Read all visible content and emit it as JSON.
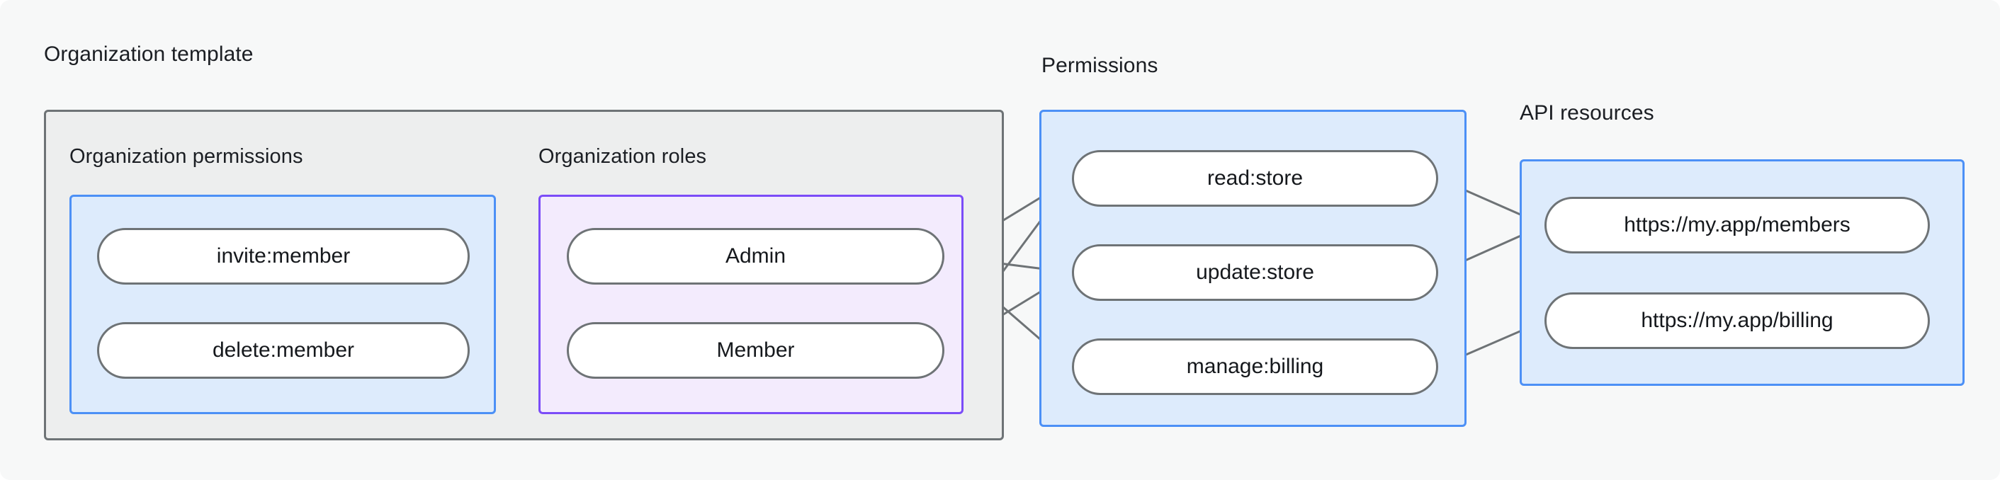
{
  "diagram": {
    "title_captions": {
      "organization_template": "Organization template",
      "permissions": "Permissions",
      "api_resources": "API resources"
    },
    "groups": [
      {
        "id": "organization-template",
        "label": "Organization template",
        "style": "gray",
        "subgroups": [
          {
            "id": "organization-permissions",
            "label": "Organization permissions",
            "style": "blue",
            "nodes": [
              {
                "id": "invite-member",
                "label": "invite:member"
              },
              {
                "id": "delete-member",
                "label": "delete:member"
              }
            ]
          },
          {
            "id": "organization-roles",
            "label": "Organization roles",
            "style": "purple",
            "nodes": [
              {
                "id": "admin",
                "label": "Admin"
              },
              {
                "id": "member",
                "label": "Member"
              }
            ]
          }
        ]
      },
      {
        "id": "permissions",
        "label": "Permissions",
        "style": "blue",
        "nodes": [
          {
            "id": "read-store",
            "label": "read:store"
          },
          {
            "id": "update-store",
            "label": "update:store"
          },
          {
            "id": "manage-billing",
            "label": "manage:billing"
          }
        ]
      },
      {
        "id": "api-resources",
        "label": "API resources",
        "style": "blue",
        "nodes": [
          {
            "id": "members-url",
            "label": "https://my.app/members"
          },
          {
            "id": "billing-url",
            "label": "https://my.app/billing"
          }
        ]
      }
    ],
    "edges": [
      {
        "from": "invite-member",
        "to": "admin"
      },
      {
        "from": "invite-member",
        "to": "member"
      },
      {
        "from": "delete-member",
        "to": "member"
      },
      {
        "from": "admin",
        "to": "read-store"
      },
      {
        "from": "admin",
        "to": "update-store"
      },
      {
        "from": "admin",
        "to": "manage-billing"
      },
      {
        "from": "member",
        "to": "read-store"
      },
      {
        "from": "member",
        "to": "update-store"
      },
      {
        "from": "read-store",
        "to": "members-url"
      },
      {
        "from": "update-store",
        "to": "members-url"
      },
      {
        "from": "manage-billing",
        "to": "billing-url"
      }
    ],
    "colors": {
      "background": "#F7F8F8",
      "group_gray_border": "#6E7376",
      "group_gray_fill": "#EDEEEE",
      "group_blue_border": "#4C90F6",
      "group_blue_fill": "#DDEBFC",
      "group_purple_border": "#7B4CF8",
      "group_purple_fill": "#F3EBFD",
      "node_border": "#6E7376",
      "node_fill": "#FFFFFF",
      "edge": "#6E7376",
      "edge_dot": "#7A7E82",
      "text": "#16191D"
    }
  }
}
